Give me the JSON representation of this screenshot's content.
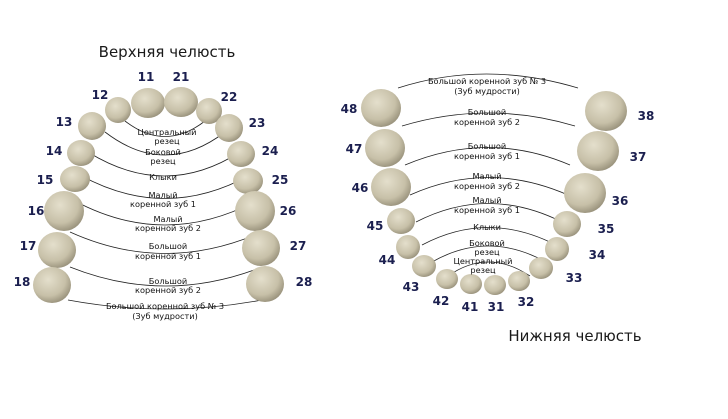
{
  "upper": {
    "title": "Верхняя челюсть",
    "teeth": [
      "11",
      "21",
      "12",
      "22",
      "13",
      "23",
      "14",
      "24",
      "15",
      "25",
      "16",
      "26",
      "17",
      "27",
      "18",
      "28"
    ],
    "labels": {
      "central_1": "Центральный",
      "central_2": "резец",
      "lateral_1": "Боковой",
      "lateral_2": "резец",
      "canine": "Клыки",
      "pm1_1": "Малый",
      "pm1_2": "коренной зуб 1",
      "pm2_1": "Малый",
      "pm2_2": "коренной зуб 2",
      "m1_1": "Большой",
      "m1_2": "коренной зуб 1",
      "m2_1": "Большой",
      "m2_2": "коренной зуб 2",
      "m3_1": "Большой коренной зуб № 3",
      "m3_2": "(Зуб мудрости)"
    }
  },
  "lower": {
    "title": "Нижняя челюсть",
    "teeth": [
      "48",
      "38",
      "47",
      "37",
      "46",
      "36",
      "45",
      "35",
      "44",
      "34",
      "43",
      "33",
      "42",
      "41",
      "31",
      "32"
    ],
    "labels": {
      "m3_1": "Большой коренной зуб № 3",
      "m3_2": "(Зуб мудрости)",
      "m2_1": "Большой",
      "m2_2": "коренной зуб 2",
      "m1_1": "Большой",
      "m1_2": "коренной зуб 1",
      "pm2_1": "Малый",
      "pm2_2": "коренной зуб 2",
      "pm1_1": "Малый",
      "pm1_2": "коренной зуб 1",
      "canine": "Клыки",
      "lateral_1": "Боковой",
      "lateral_2": "резец",
      "central_1": "Центральный",
      "central_2": "резец"
    }
  },
  "colors": {
    "tooth": "#c9c2ab",
    "tooth_shade": "#a59e87",
    "number": "#1b1f4f",
    "line": "#222222"
  }
}
